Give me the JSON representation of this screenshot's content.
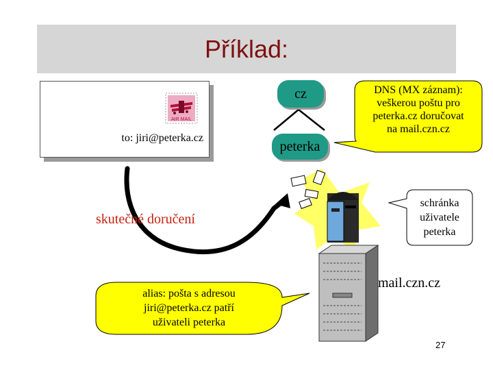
{
  "title": "Příklad:",
  "envelope": {
    "to_line": "to: jiri@peterka.cz",
    "stamp_text": "AIR MAIL"
  },
  "dns_tree": {
    "root": "cz",
    "child": "peterka"
  },
  "dns_callout": [
    "DNS (MX záznam):",
    "veškerou poštu pro",
    "peterka.cz doručovat",
    "na mail.czn.cz"
  ],
  "mailbox_callout": [
    "schránka",
    "uživatele",
    "peterka"
  ],
  "alias_callout": [
    "alias: pošta s adresou",
    "jiri@peterka.cz patří",
    "uživateli peterka"
  ],
  "delivery_label": "skutečné doručení",
  "server_name": "mail.czn.cz",
  "page_number": "27",
  "colors": {
    "title": "#7f1010",
    "node": "#1f9a86",
    "callout_fill": "#ffff00",
    "delivery_label": "#c82010",
    "title_bar": "#d6d6d6"
  }
}
